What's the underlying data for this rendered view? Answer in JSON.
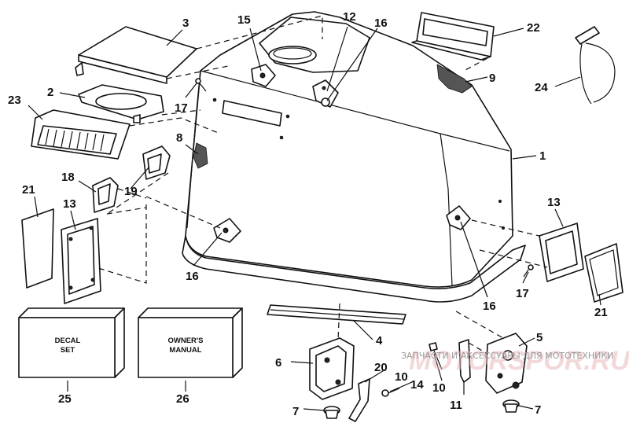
{
  "callouts": {
    "c1": "1",
    "c2": "2",
    "c3": "3",
    "c4": "4",
    "c5": "5",
    "c6": "6",
    "c7a": "7",
    "c7b": "7",
    "c8": "8",
    "c9": "9",
    "c10a": "10",
    "c10b": "10",
    "c11": "11",
    "c12": "12",
    "c13a": "13",
    "c13b": "13",
    "c14": "14",
    "c15": "15",
    "c16a": "16",
    "c16b": "16",
    "c16c": "16",
    "c17a": "17",
    "c17b": "17",
    "c18": "18",
    "c19": "19",
    "c20": "20",
    "c21a": "21",
    "c21b": "21",
    "c22": "22",
    "c23": "23",
    "c24": "24",
    "c25": "25",
    "c26": "26"
  },
  "boxes": {
    "decal_line1": "DECAL",
    "decal_line2": "SET",
    "manual_line1": "OWNER'S",
    "manual_line2": "MANUAL"
  },
  "watermark": {
    "text": "ЗАПЧАСТИ И АКСЕССУАРЫ ДЛЯ МОТОТЕХНИКИ",
    "site": "MOTORSPOR.RU"
  }
}
